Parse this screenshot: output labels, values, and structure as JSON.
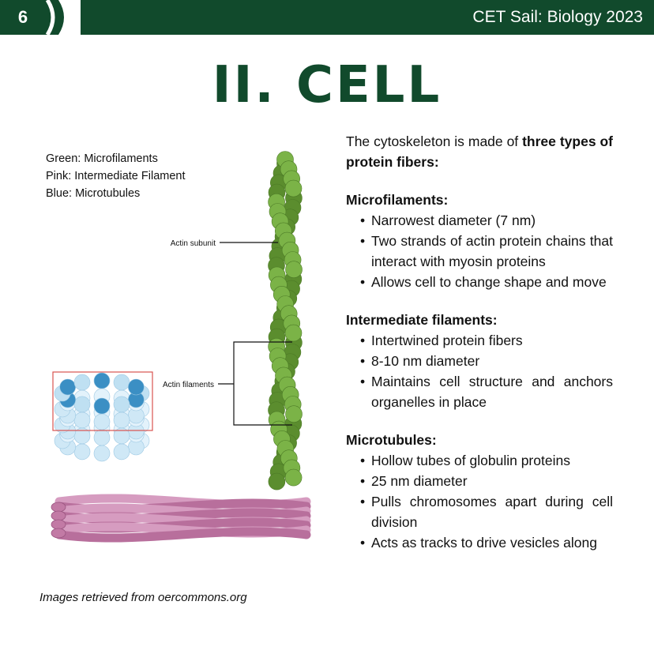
{
  "header": {
    "page_number": "6",
    "title": "CET Sail: Biology 2023"
  },
  "page_title": "II. CELL",
  "legend": [
    "Green: Microfilaments",
    "Pink: Intermediate Filament",
    "Blue: Microtubules"
  ],
  "diagram_labels": {
    "actin_subunit": "Actin subunit",
    "actin_filaments": "Actin filaments"
  },
  "credit": "Images retrieved from oercommons.org",
  "content": {
    "intro_before": "The cytoskeleton is made of ",
    "intro_bold": "three types of protein fibers:",
    "sections": [
      {
        "heading": "Microfilaments:",
        "bullets": [
          "Narrowest diameter (7 nm)",
          "Two strands of actin protein chains that interact with myosin proteins",
          "Allows cell to change shape and move"
        ]
      },
      {
        "heading": "Intermediate filaments:",
        "bullets": [
          "Intertwined protein fibers",
          "8-10 nm diameter",
          "Maintains cell structure and anchors organelles in place"
        ]
      },
      {
        "heading": "Microtubules:",
        "bullets": [
          "Hollow tubes of globulin proteins",
          "25 nm diameter",
          "Pulls chromosomes apart during cell division",
          "Acts as tracks to drive vesicles along"
        ]
      }
    ]
  },
  "colors": {
    "brand_green": "#114a2c",
    "actin_green": "#6fa43a",
    "tubulin_blue": "#3b8fc4",
    "filament_pink": "#c27aa5"
  }
}
